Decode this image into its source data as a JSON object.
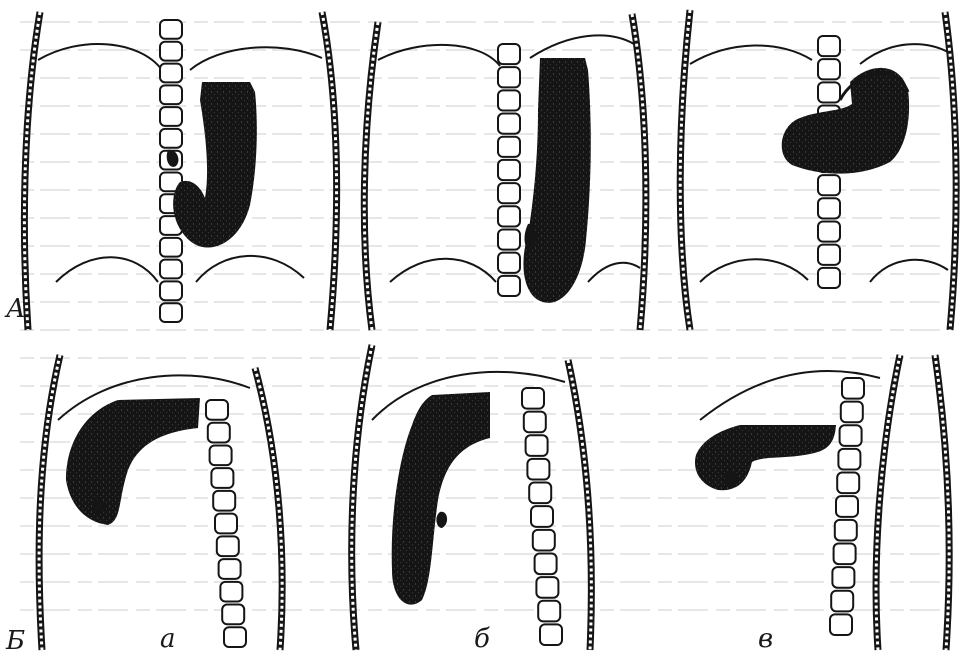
{
  "figure": {
    "panel_labels": {
      "A": "А",
      "B": "Б",
      "a": "а",
      "b": "б",
      "v": "в"
    }
  },
  "colors": {
    "ink": "#151515",
    "paper": "#ffffff",
    "show_through": "#cfcfcf"
  },
  "icons": {
    "vertebra": "vertebra-icon",
    "stomach": "stomach-silhouette"
  }
}
